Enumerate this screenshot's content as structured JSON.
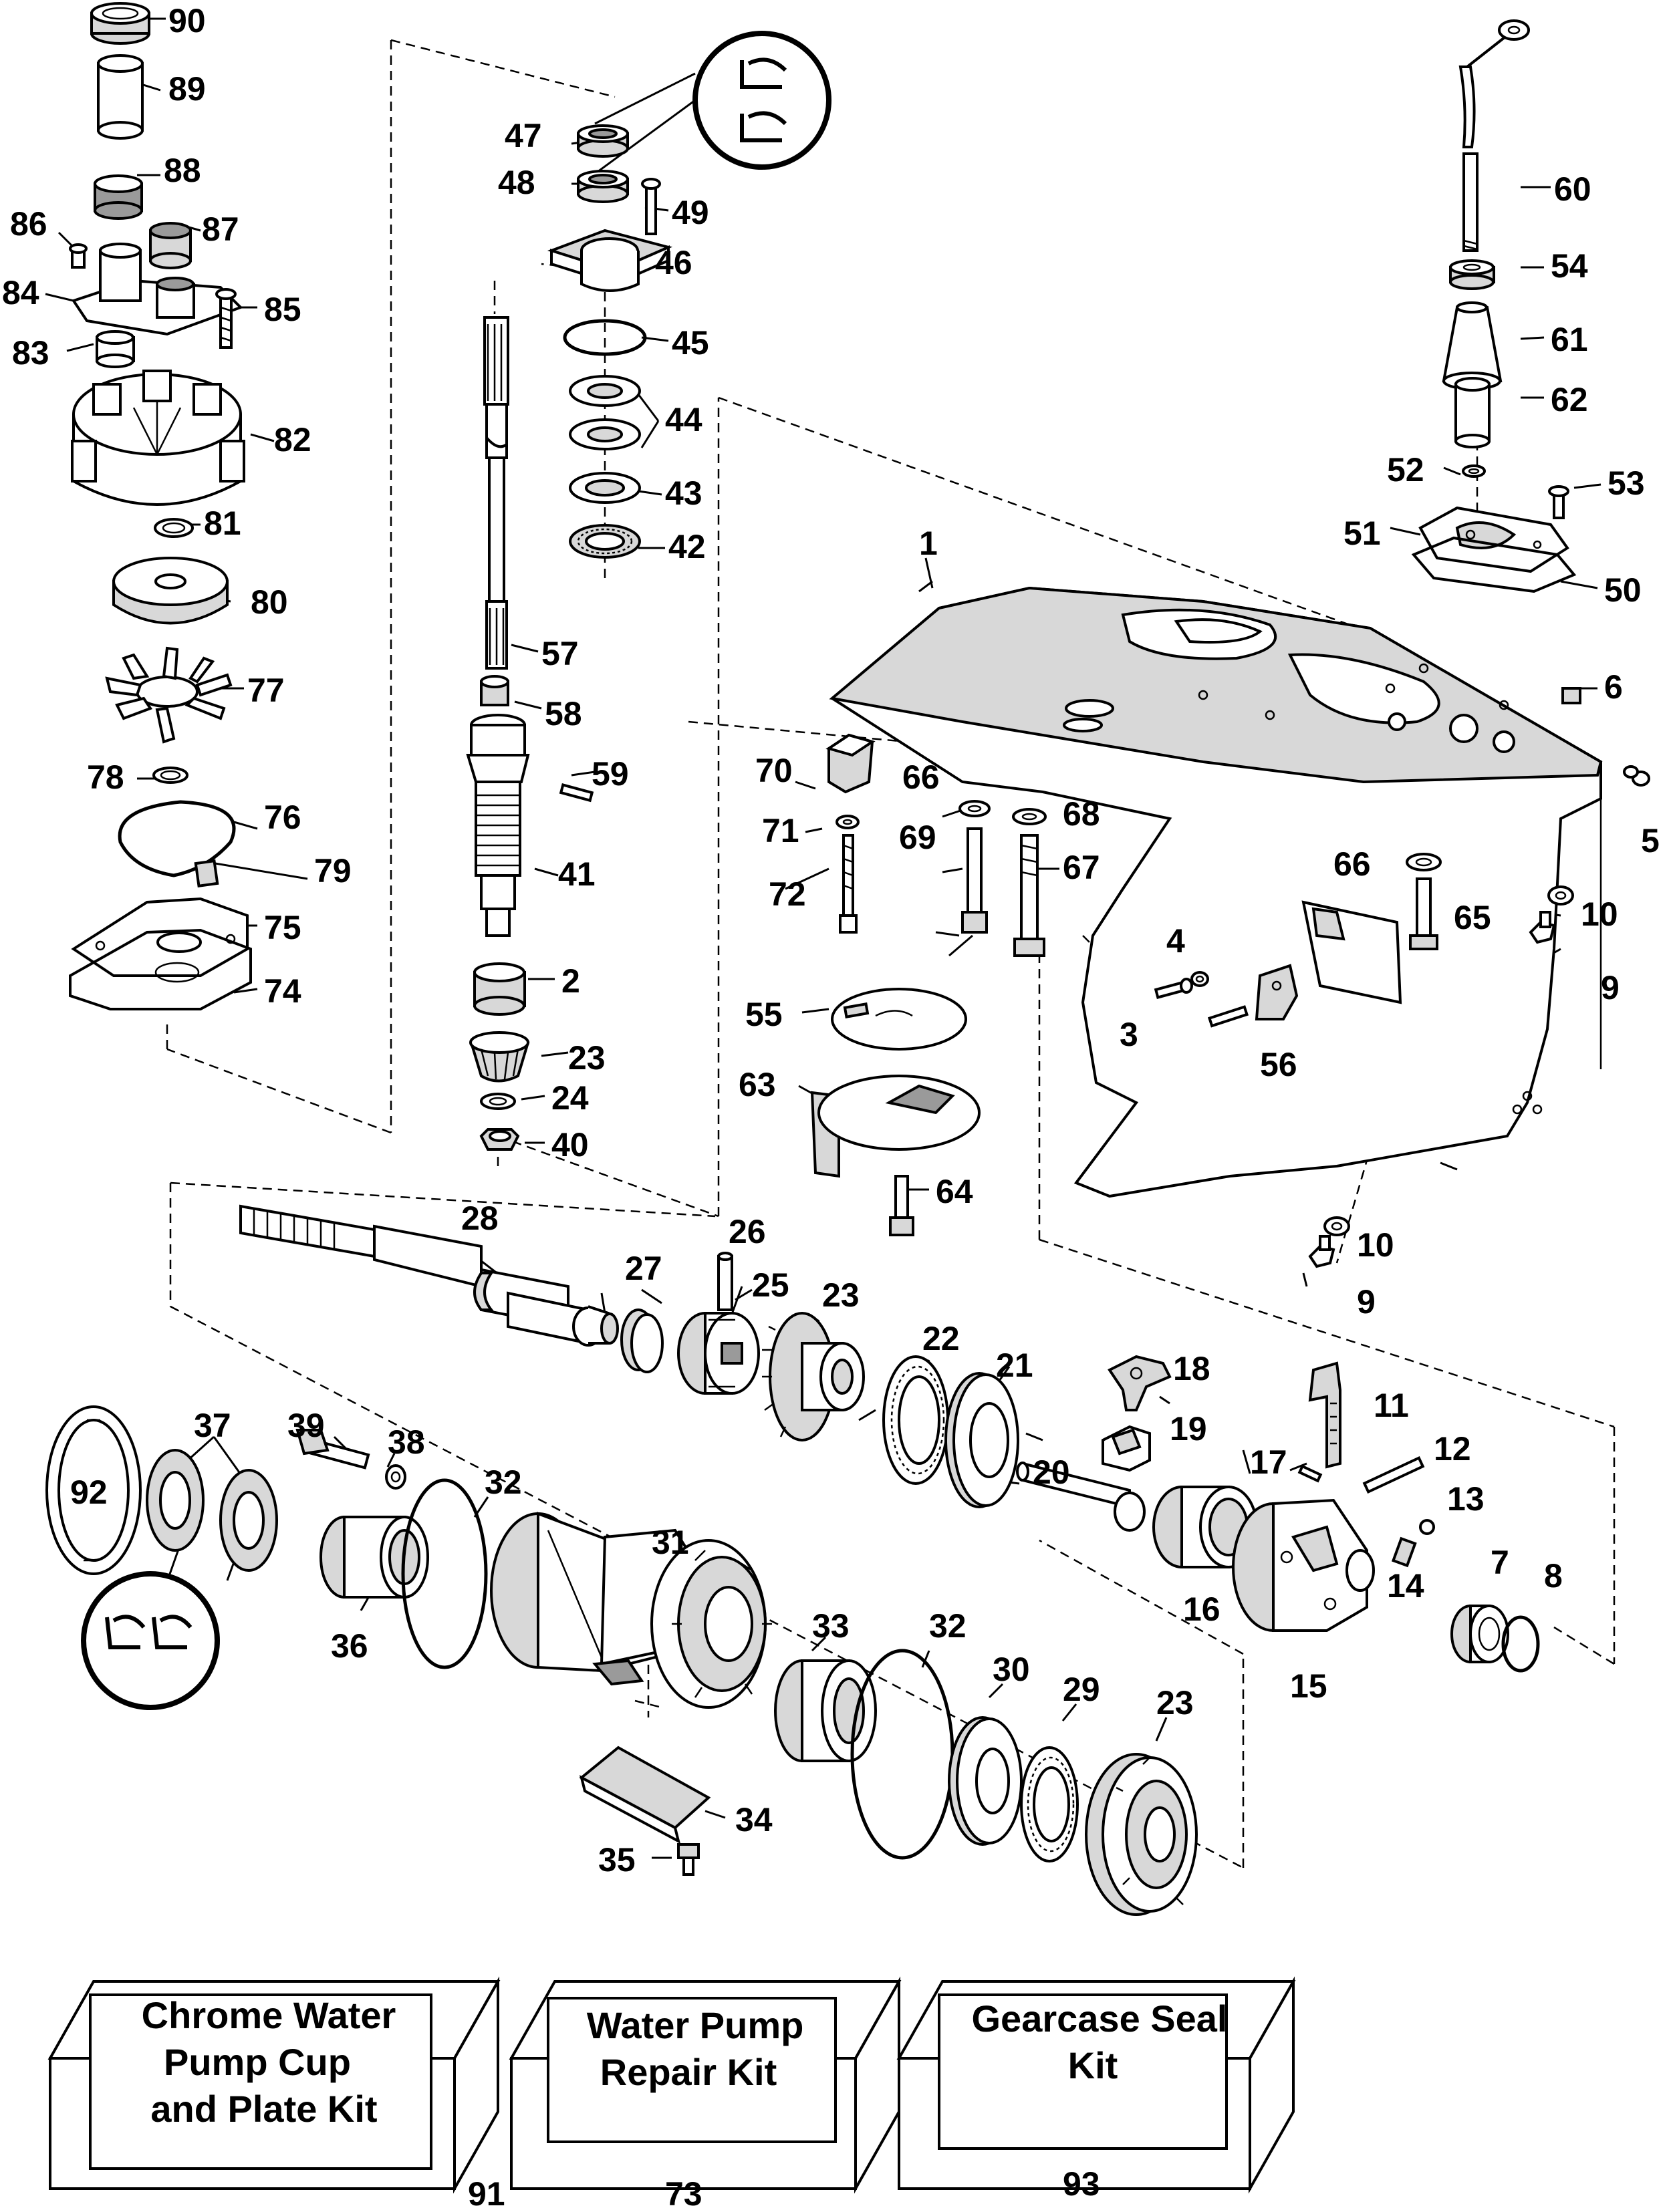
{
  "parts": [
    {
      "id": "1",
      "name": "part-1-gearcase-housing"
    },
    {
      "id": "2",
      "name": "part-2-bearing"
    },
    {
      "id": "3",
      "name": "part-3-screw"
    },
    {
      "id": "4",
      "name": "part-4-washer"
    },
    {
      "id": "5",
      "name": "part-5-fitting"
    },
    {
      "id": "6",
      "name": "part-6-plug"
    },
    {
      "id": "7",
      "name": "part-7-seal"
    },
    {
      "id": "8",
      "name": "part-8-o-ring"
    },
    {
      "id": "9",
      "name": "part-9-drain-screw"
    },
    {
      "id": "10",
      "name": "part-10-seal-washer"
    },
    {
      "id": "11",
      "name": "part-11-shift-lever"
    },
    {
      "id": "12",
      "name": "part-12-pin"
    },
    {
      "id": "13",
      "name": "part-13-ball"
    },
    {
      "id": "14",
      "name": "part-14-spring"
    },
    {
      "id": "15",
      "name": "part-15-shift-housing"
    },
    {
      "id": "16",
      "name": "part-16-needle-bearing"
    },
    {
      "id": "17",
      "name": "part-17-pin"
    },
    {
      "id": "18",
      "name": "part-18-shift-cradle"
    },
    {
      "id": "19",
      "name": "part-19-detent"
    },
    {
      "id": "20",
      "name": "part-20-shift-shaft"
    },
    {
      "id": "21",
      "name": "part-21-thrust-washer"
    },
    {
      "id": "22",
      "name": "part-22-thrust-bearing"
    },
    {
      "id": "23",
      "name": "part-23-gear"
    },
    {
      "id": "24",
      "name": "part-24-washer"
    },
    {
      "id": "25",
      "name": "part-25-clutch-dog"
    },
    {
      "id": "26",
      "name": "part-26-pin"
    },
    {
      "id": "27",
      "name": "part-27-spring"
    },
    {
      "id": "28",
      "name": "part-28-propeller-shaft"
    },
    {
      "id": "29",
      "name": "part-29-thrust-bearing"
    },
    {
      "id": "30",
      "name": "part-30-thrust-washer"
    },
    {
      "id": "31",
      "name": "part-31-bearing-housing"
    },
    {
      "id": "32",
      "name": "part-32-o-ring"
    },
    {
      "id": "33",
      "name": "part-33-needle-bearing"
    },
    {
      "id": "34",
      "name": "part-34-retainer"
    },
    {
      "id": "35",
      "name": "part-35-screw"
    },
    {
      "id": "36",
      "name": "part-36-needle-bearing"
    },
    {
      "id": "37",
      "name": "part-37-seals"
    },
    {
      "id": "38",
      "name": "part-38-washer"
    },
    {
      "id": "39",
      "name": "part-39-screw"
    },
    {
      "id": "40",
      "name": "part-40-nut"
    },
    {
      "id": "41",
      "name": "part-41-pinion-shaft"
    },
    {
      "id": "42",
      "name": "part-42-thrust-bearing"
    },
    {
      "id": "43",
      "name": "part-43-washer"
    },
    {
      "id": "44",
      "name": "part-44-shims"
    },
    {
      "id": "45",
      "name": "part-45-o-ring"
    },
    {
      "id": "46",
      "name": "part-46-bearing-housing"
    },
    {
      "id": "47",
      "name": "part-47-seal"
    },
    {
      "id": "48",
      "name": "part-48-seal"
    },
    {
      "id": "49",
      "name": "part-49-screw"
    },
    {
      "id": "50",
      "name": "part-50-gasket"
    },
    {
      "id": "51",
      "name": "part-51-cover"
    },
    {
      "id": "52",
      "name": "part-52-o-ring"
    },
    {
      "id": "53",
      "name": "part-53-screw"
    },
    {
      "id": "54",
      "name": "part-54-grommet"
    },
    {
      "id": "55",
      "name": "part-55-plate"
    },
    {
      "id": "56",
      "name": "part-56-anode"
    },
    {
      "id": "57",
      "name": "part-57-driveshaft"
    },
    {
      "id": "58",
      "name": "part-58-bushing"
    },
    {
      "id": "59",
      "name": "part-59-pin"
    },
    {
      "id": "60",
      "name": "part-60-shift-rod"
    },
    {
      "id": "61",
      "name": "part-61-boot"
    },
    {
      "id": "62",
      "name": "part-62-bushing"
    },
    {
      "id": "63",
      "name": "part-63-trim-tab"
    },
    {
      "id": "64",
      "name": "part-64-screw"
    },
    {
      "id": "65",
      "name": "part-65-screw"
    },
    {
      "id": "66",
      "name": "part-66-washer"
    },
    {
      "id": "67",
      "name": "part-67-screw"
    },
    {
      "id": "68",
      "name": "part-68-washer"
    },
    {
      "id": "69",
      "name": "part-69-screw"
    },
    {
      "id": "70",
      "name": "part-70-plug"
    },
    {
      "id": "71",
      "name": "part-71-washer"
    },
    {
      "id": "72",
      "name": "part-72-screw"
    },
    {
      "id": "73",
      "name": "part-73-kit"
    },
    {
      "id": "74",
      "name": "part-74-gasket"
    },
    {
      "id": "75",
      "name": "part-75-plate"
    },
    {
      "id": "76",
      "name": "part-76-seal"
    },
    {
      "id": "77",
      "name": "part-77-impeller"
    },
    {
      "id": "78",
      "name": "part-78-o-ring"
    },
    {
      "id": "79",
      "name": "part-79-key"
    },
    {
      "id": "80",
      "name": "part-80-cup"
    },
    {
      "id": "81",
      "name": "part-81-o-ring"
    },
    {
      "id": "82",
      "name": "part-82-pump-housing"
    },
    {
      "id": "83",
      "name": "part-83-liner"
    },
    {
      "id": "84",
      "name": "part-84-pump-cover"
    },
    {
      "id": "85",
      "name": "part-85-screw"
    },
    {
      "id": "86",
      "name": "part-86-screw"
    },
    {
      "id": "87",
      "name": "part-87-grommet"
    },
    {
      "id": "88",
      "name": "part-88-grommet"
    },
    {
      "id": "89",
      "name": "part-89-tube"
    },
    {
      "id": "90",
      "name": "part-90-grommet"
    },
    {
      "id": "91",
      "name": "part-91-kit"
    },
    {
      "id": "92",
      "name": "part-92-ring"
    },
    {
      "id": "93",
      "name": "part-93-kit"
    }
  ],
  "kits": [
    {
      "number": "91",
      "title": [
        "Chrome Water",
        "Pump Cup",
        "and Plate Kit"
      ]
    },
    {
      "number": "73",
      "title": [
        "Water Pump",
        "Repair Kit"
      ]
    },
    {
      "number": "93",
      "title": [
        "Gearcase Seal",
        "Kit"
      ]
    }
  ]
}
